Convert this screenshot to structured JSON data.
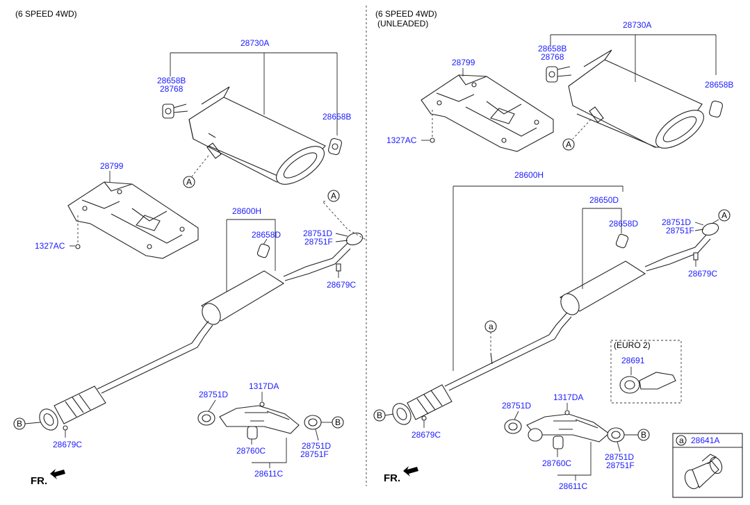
{
  "left_section": {
    "header": "(6 SPEED 4WD)",
    "labels": {
      "muffler_assy": "28730A",
      "hanger_left_1": "28658B",
      "hanger_left_2": "28768",
      "hanger_right": "28658B",
      "heat_protector": "28799",
      "nut": "1327AC",
      "center_muffler": "28600H",
      "center_hanger": "28658D",
      "gasket_1": "28751D",
      "gasket_2": "28751F",
      "sensor_plug": "28679C",
      "front_plug": "28679C",
      "bolt": "1317DA",
      "gasket_manifold_left": "28751D",
      "gasket_manifold_right_1": "28751D",
      "gasket_manifold_right_2": "28751F",
      "rubber": "28760C",
      "catalytic_assy": "28611C",
      "ref_a_top": "A",
      "ref_a_pipe": "A",
      "ref_b_left": "B",
      "ref_b_right": "B",
      "fr": "FR."
    }
  },
  "right_section": {
    "header_line1": "(6 SPEED 4WD)",
    "header_line2": "(UNLEADED)",
    "labels": {
      "muffler_assy": "28730A",
      "hanger_left_1": "28658B",
      "hanger_left_2": "28768",
      "hanger_right": "28658B",
      "heat_protector": "28799",
      "nut": "1327AC",
      "front_assy": "28600H",
      "center_assy": "28650D",
      "center_hanger": "28658D",
      "gasket_1": "28751D",
      "gasket_2": "28751F",
      "sensor_plug": "28679C",
      "front_plug": "28679C",
      "bolt": "1317DA",
      "gasket_manifold_left": "28751D",
      "gasket_manifold_right_1": "28751D",
      "gasket_manifold_right_2": "28751F",
      "rubber": "28760C",
      "catalytic_assy": "28611C",
      "euro_box_title": "(EURO 2)",
      "euro_part": "28691",
      "ref_a_top": "A",
      "ref_a_pipe": "A",
      "ref_a_small": "a",
      "ref_b_left": "B",
      "ref_b_right": "B",
      "clamp_ref": "a",
      "clamp_part": "28641A",
      "fr": "FR."
    }
  },
  "colors": {
    "label_blue": "#1a1aff",
    "line": "#222222",
    "background": "#ffffff"
  }
}
